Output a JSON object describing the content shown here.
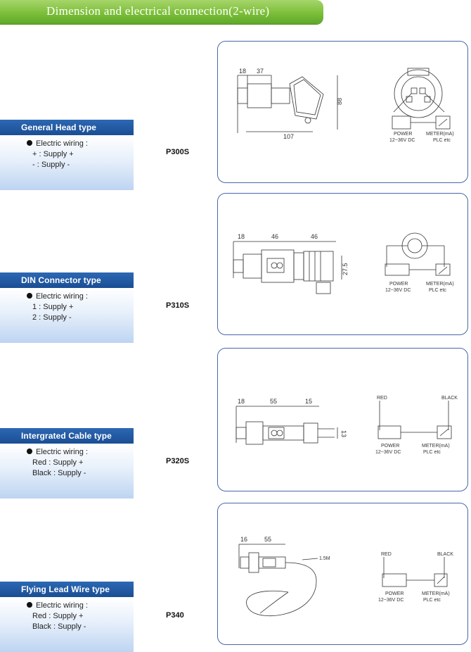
{
  "page_title": "Dimension and electrical connection(2-wire)",
  "sections": [
    {
      "type_label": "General Head type",
      "wiring_title": "Electric wiring :",
      "wiring_lines": [
        "+ : Supply +",
        "- : Supply -"
      ],
      "model": "P300S",
      "dims": [
        "18",
        "37",
        "107",
        "88"
      ],
      "power_label": "POWER",
      "power_range": "12~36V  DC",
      "meter_label": "METER(mA)",
      "meter_sub": "PLC  etc"
    },
    {
      "type_label": "DIN Connector type",
      "wiring_title": "Electric wiring :",
      "wiring_lines": [
        "1 : Supply +",
        "2 : Supply -"
      ],
      "model": "P310S",
      "dims": [
        "18",
        "46",
        "46",
        "27.5"
      ],
      "power_label": "POWER",
      "power_range": "12~36V  DC",
      "meter_label": "METER(mA)",
      "meter_sub": "PLC  etc"
    },
    {
      "type_label": "Intergrated Cable type",
      "wiring_title": "Electric wiring :",
      "wiring_lines": [
        "Red  : Supply +",
        "Black : Supply -"
      ],
      "model": "P320S",
      "dims": [
        "18",
        "55",
        "15",
        "13"
      ],
      "red_label": "RED",
      "black_label": "BLACK",
      "power_label": "POWER",
      "power_range": "12~36V  DC",
      "meter_label": "METER(mA)",
      "meter_sub": "PLC  etc"
    },
    {
      "type_label": "Flying Lead Wire type",
      "wiring_title": "Electric wiring :",
      "wiring_lines": [
        "Red  : Supply +",
        "Black : Supply -"
      ],
      "model": "P340",
      "dims": [
        "16",
        "55",
        "1.5M"
      ],
      "red_label": "RED",
      "black_label": "BLACK",
      "power_label": "POWER",
      "power_range": "12~36V  DC",
      "meter_label": "METER(mA)",
      "meter_sub": "PLC  etc"
    }
  ],
  "colors": {
    "title_bar": "#7cbf3a",
    "label_head": "#1f579f",
    "panel_border": "#4a67a8"
  }
}
